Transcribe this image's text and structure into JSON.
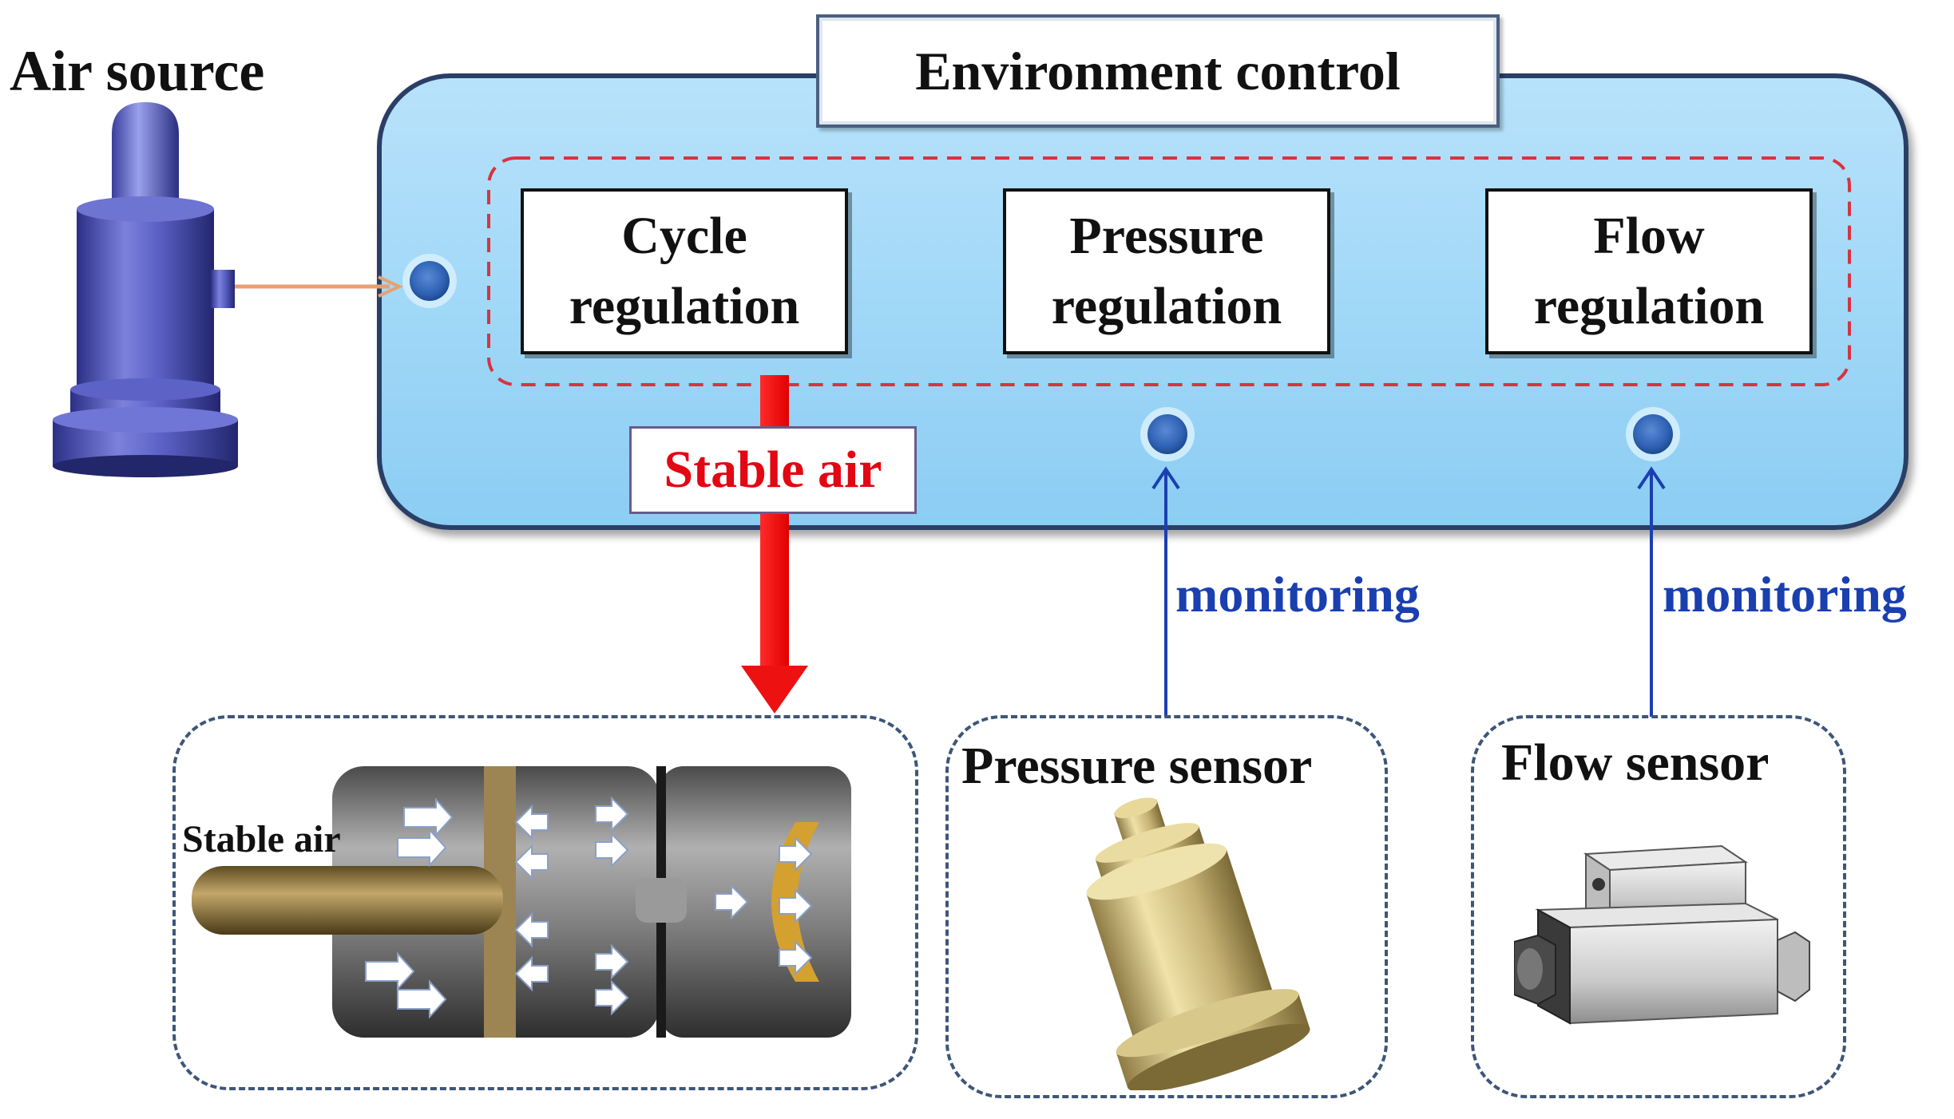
{
  "air_source": {
    "label": "Air source"
  },
  "environment": {
    "title": "Environment control",
    "regulators": [
      {
        "line1": "Cycle",
        "line2": "regulation"
      },
      {
        "line1": "Pressure",
        "line2": "regulation"
      },
      {
        "line1": "Flow",
        "line2": "regulation"
      }
    ]
  },
  "stable_air_label": "Stable air",
  "cylinder": {
    "label": "Stable air"
  },
  "monitoring": [
    "monitoring",
    "monitoring"
  ],
  "sensors": [
    {
      "label": "Pressure sensor"
    },
    {
      "label": "Flow sensor"
    }
  ],
  "colors": {
    "panel": "#a6daf8",
    "accent_red": "#e30613",
    "monitor_blue": "#1a3fb0",
    "port_blue": "#3f74c4",
    "dashed_red": "#d9333f",
    "frame_dash": "#3d5678"
  }
}
